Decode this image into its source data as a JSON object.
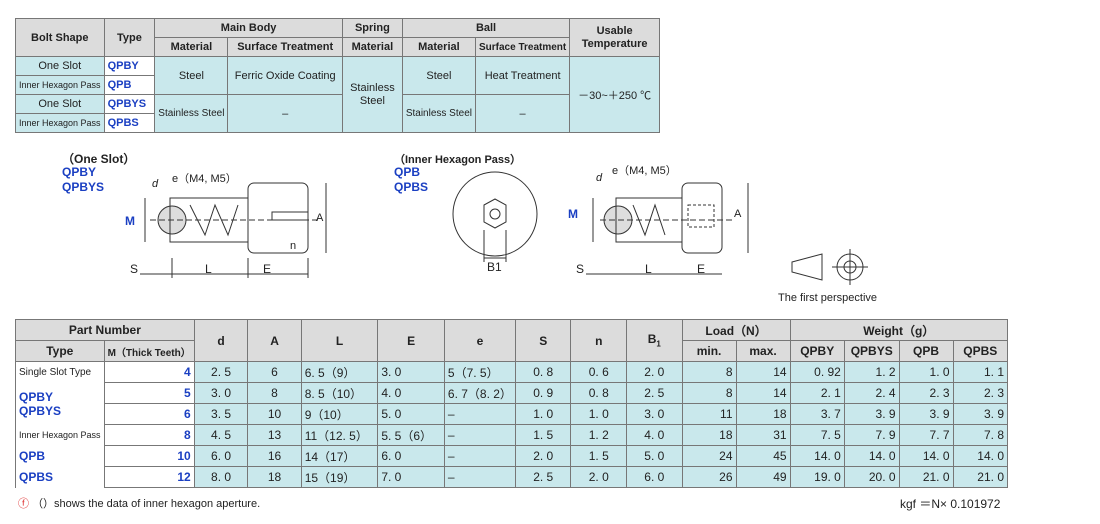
{
  "top": {
    "h_bolt": "Bolt Shape",
    "h_type": "Type",
    "h_main": "Main Body",
    "h_spring": "Spring",
    "h_ball": "Ball",
    "h_usable": "Usable\nTemperature",
    "h_material": "Material",
    "h_surface": "Surface Treatment",
    "rows": [
      {
        "shape": "One Slot",
        "type": "QPBY"
      },
      {
        "shape": "Inner Hexagon Pass",
        "type": "QPB"
      },
      {
        "shape": "One Slot",
        "type": "QPBYS"
      },
      {
        "shape": "Inner Hexagon Pass",
        "type": "QPBS"
      }
    ],
    "mb_mat1": "Steel",
    "mb_surf1": "Ferric Oxide Coating",
    "mb_mat2": "Stainless Steel",
    "mb_surf2": "–",
    "spring_mat": "Stainless\nSteel",
    "ball_mat1": "Steel",
    "ball_surf1": "Heat Treatment",
    "ball_mat2": "Stainless Steel",
    "ball_surf2": "–",
    "temp": "－30~＋250 ℃"
  },
  "diagrams": {
    "one_slot_title": "（One Slot）",
    "one_slot_t1": "QPBY",
    "one_slot_t2": "QPBYS",
    "hex_title": "（Inner Hexagon Pass）",
    "hex_t1": "QPB",
    "hex_t2": "QPBS",
    "e_label": "e（M4, M5）",
    "d": "d",
    "M": "M",
    "A": "A",
    "n": "n",
    "S": "S",
    "L": "L",
    "E": "E",
    "B1": "B1",
    "perspective": "The first perspective"
  },
  "spec": {
    "h_part": "Part Number",
    "h_type": "Type",
    "h_m": "M（Thick Teeth）",
    "h_d": "d",
    "h_A": "A",
    "h_L": "L",
    "h_E": "E",
    "h_e": "e",
    "h_S": "S",
    "h_n": "n",
    "h_B": "B",
    "h_load": "Load（N）",
    "h_min": "min.",
    "h_max": "max.",
    "h_weight": "Weight（g）",
    "h_w1": "QPBY",
    "h_w2": "QPBYS",
    "h_w3": "QPB",
    "h_w4": "QPBS",
    "type_a1": "Single Slot Type",
    "type_a2": "QPBY",
    "type_a3": "QPBYS",
    "type_b1": "Inner Hexagon Pass",
    "type_b2": "QPB",
    "type_b3": "QPBS",
    "rows": [
      [
        "4",
        "2. 5",
        "6",
        "6. 5（9）",
        "3. 0",
        "5（7. 5）",
        "0. 8",
        "0. 6",
        "2. 0",
        "8",
        "14",
        "0. 92",
        "1. 2",
        "1. 0",
        "1. 1"
      ],
      [
        "5",
        "3. 0",
        "8",
        "8. 5（10）",
        "4. 0",
        "6. 7（8. 2）",
        "0. 9",
        "0. 8",
        "2. 5",
        "8",
        "14",
        "2. 1",
        "2. 4",
        "2. 3",
        "2. 3"
      ],
      [
        "6",
        "3. 5",
        "10",
        "9（10）",
        "5. 0",
        "–",
        "1. 0",
        "1. 0",
        "3. 0",
        "11",
        "18",
        "3. 7",
        "3. 9",
        "3. 9",
        "3. 9"
      ],
      [
        "8",
        "4. 5",
        "13",
        "11（12. 5）",
        "5. 5（6）",
        "–",
        "1. 5",
        "1. 2",
        "4. 0",
        "18",
        "31",
        "7. 5",
        "7. 9",
        "7. 7",
        "7. 8"
      ],
      [
        "10",
        "6. 0",
        "16",
        "14（17）",
        "6. 0",
        "–",
        "2. 0",
        "1. 5",
        "5. 0",
        "24",
        "45",
        "14. 0",
        "14. 0",
        "14. 0",
        "14. 0"
      ],
      [
        "12",
        "8. 0",
        "18",
        "15（19）",
        "7. 0",
        "–",
        "2. 5",
        "2. 0",
        "6. 0",
        "26",
        "49",
        "19. 0",
        "20. 0",
        "21. 0",
        "21. 0"
      ]
    ],
    "note": "（）shows the data of inner hexagon aperture.",
    "kgf": "kgf ＝N× 0.101972"
  }
}
